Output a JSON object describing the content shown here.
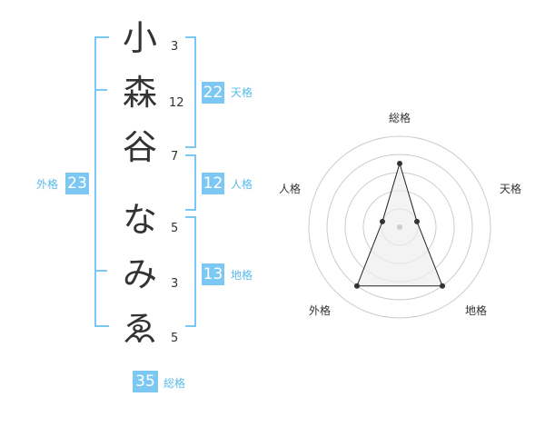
{
  "surname": [
    {
      "char": "小",
      "strokes": "3"
    },
    {
      "char": "森",
      "strokes": "12"
    },
    {
      "char": "谷",
      "strokes": "7"
    }
  ],
  "given": [
    {
      "char": "な",
      "strokes": "5"
    },
    {
      "char": "み",
      "strokes": "3"
    },
    {
      "char": "ゑ",
      "strokes": "5"
    }
  ],
  "grids": {
    "tenkaku": {
      "value": "22",
      "label": "天格"
    },
    "jinkaku": {
      "value": "12",
      "label": "人格"
    },
    "chikaku": {
      "value": "13",
      "label": "地格"
    },
    "gaikaku": {
      "value": "23",
      "label": "外格"
    },
    "soukaku": {
      "value": "35",
      "label": "総格"
    }
  },
  "chart_data": {
    "type": "radar",
    "axes": [
      "総格",
      "天格",
      "地格",
      "外格",
      "人格"
    ],
    "values": [
      0.7,
      0.2,
      0.8,
      0.8,
      0.2
    ],
    "rings": 5,
    "colors": {
      "fill": "#eeeeee",
      "stroke": "#222222",
      "grid": "#cccccc"
    }
  },
  "colors": {
    "accent": "#7cc8f2",
    "label": "#5bbbea"
  }
}
